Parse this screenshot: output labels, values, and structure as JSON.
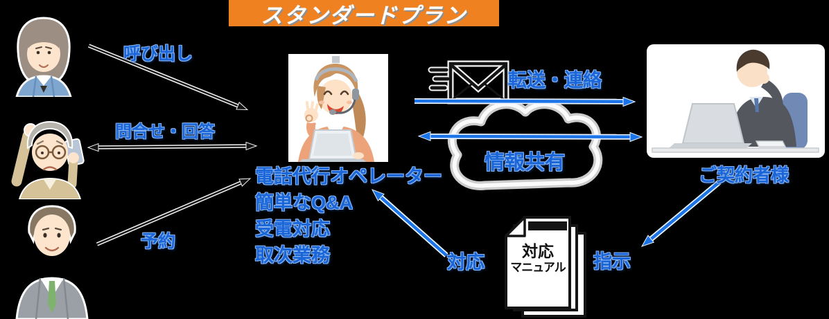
{
  "title": {
    "text": "スタンダードプラン"
  },
  "palette": {
    "banner_bg": "#F08120",
    "banner_text": "#FFFFFF",
    "label_blue": "#1A66D8",
    "arrow_blue": "#1B74E8",
    "arrow_black": "#141414",
    "background": "#000000"
  },
  "flows": {
    "call": "呼び出し",
    "inquiry": "問合せ・回答",
    "reservation": "予約",
    "forward": "転送・連絡",
    "share": "情報共有",
    "instruction": "指示",
    "response": "対応"
  },
  "operator": {
    "roles": [
      "電話代行オペレーター",
      "簡単なQ&A",
      "受電対応",
      "取次業務"
    ]
  },
  "contractor": {
    "caption": "ご契約者様"
  },
  "manual": {
    "title_lines": [
      "対応",
      "マニュアル"
    ]
  },
  "icons": {
    "mail": "mail-icon",
    "cloud": "cloud-icon",
    "manual": "document-stack-icon"
  }
}
